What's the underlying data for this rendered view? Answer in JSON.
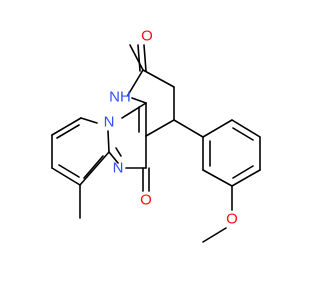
{
  "colors": {
    "bond": "#000000",
    "carbon": "#000000",
    "oxygen": "#ff0d0d",
    "nitrogen": "#3050f8"
  },
  "atoms": {
    "o_top": "O",
    "nh": "NH",
    "n_bridge": "N",
    "n_ring": "N",
    "o_bottom": "O",
    "o_methoxy": "O"
  }
}
